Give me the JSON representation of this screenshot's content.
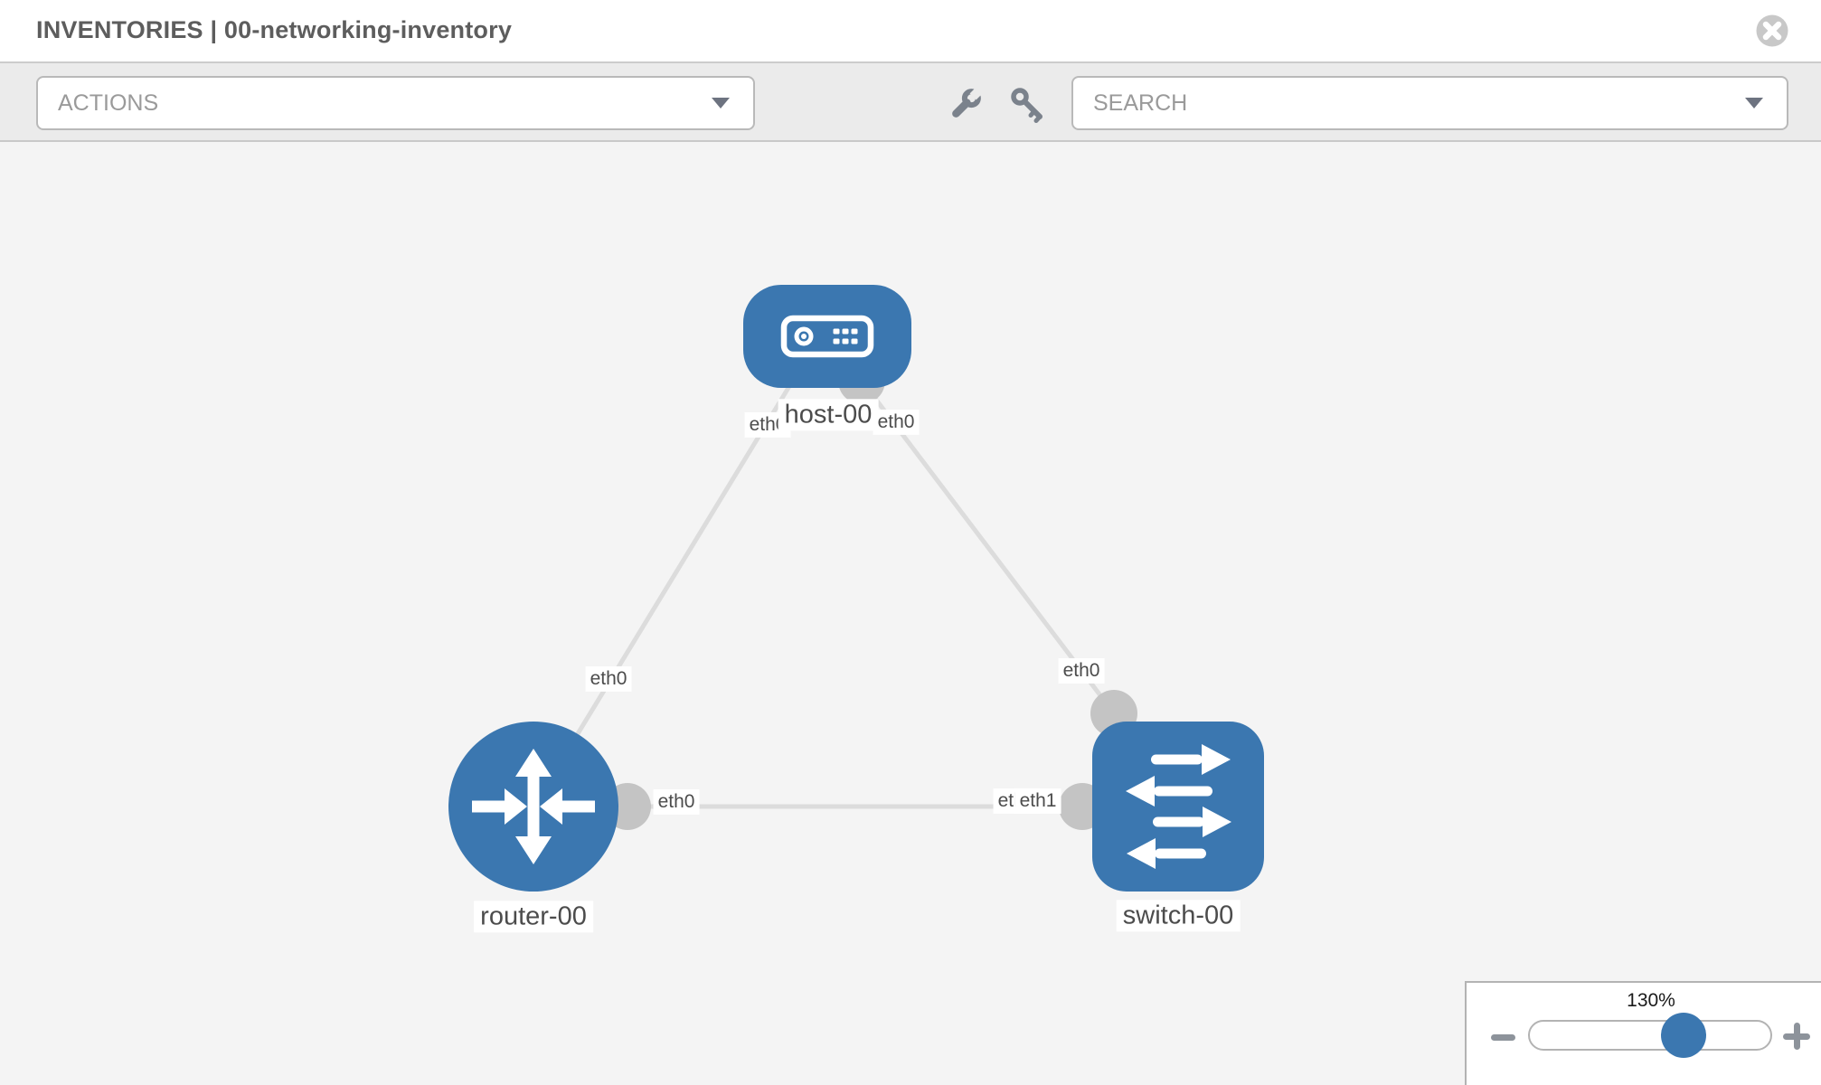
{
  "header": {
    "title": "INVENTORIES | 00-networking-inventory"
  },
  "toolbar": {
    "actions_label": "ACTIONS",
    "search_placeholder": "SEARCH"
  },
  "icons": {
    "close": "circle-x",
    "wrench": "wrench",
    "key": "key",
    "dropdown": "chevron-down-triangle",
    "zoom_out": "minus",
    "zoom_in": "plus"
  },
  "diagram": {
    "nodes": [
      {
        "id": "host-00",
        "type": "host",
        "label": "host-00"
      },
      {
        "id": "router-00",
        "type": "router",
        "label": "router-00"
      },
      {
        "id": "switch-00",
        "type": "switch",
        "label": "switch-00"
      }
    ],
    "links": [
      {
        "source": "host-00",
        "target": "router-00",
        "source_interface": "eth0",
        "target_interface": "eth0"
      },
      {
        "source": "host-00",
        "target": "switch-00",
        "source_interface": "eth0",
        "target_interface": "eth0"
      },
      {
        "source": "router-00",
        "target": "switch-00",
        "source_interface": "eth0",
        "target_interface": "eth1"
      }
    ],
    "ghost_label": "eth1"
  },
  "zoom_control": {
    "level": "130%"
  },
  "colors": {
    "node_blue": "#3b77b0",
    "link_gray": "#dcdcdc",
    "connector_gray": "#c4c4c4",
    "canvas_bg": "#f4f4f4",
    "toolbar_bg": "#ebebeb",
    "icon_slate": "#7b828c",
    "title_gray": "#5d5d5d"
  }
}
